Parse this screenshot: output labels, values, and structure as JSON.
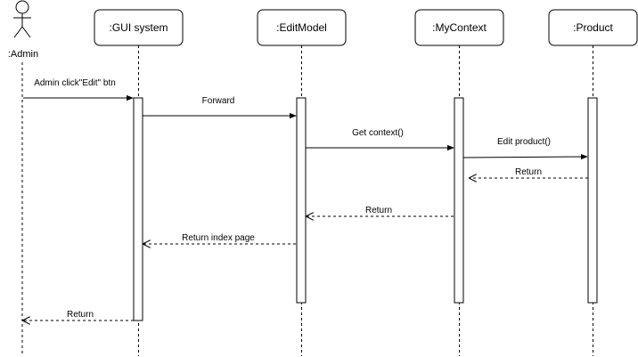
{
  "actor": {
    "label": ":Admin"
  },
  "participants": {
    "gui": ":GUI system",
    "edit_model": ":EditModel",
    "my_context": ":MyContext",
    "product": ":Product"
  },
  "messages": {
    "m1": "Admin click\"Edit\" btn",
    "m2": "Forward",
    "m3": "Get context()",
    "m4": "Edit product()",
    "m5": "Return",
    "m6": "Return",
    "m7": "Return index page",
    "m8": "Return"
  },
  "colors": {
    "line": "#000000",
    "box_fill": "#ffffff",
    "box_stroke": "#000000"
  }
}
